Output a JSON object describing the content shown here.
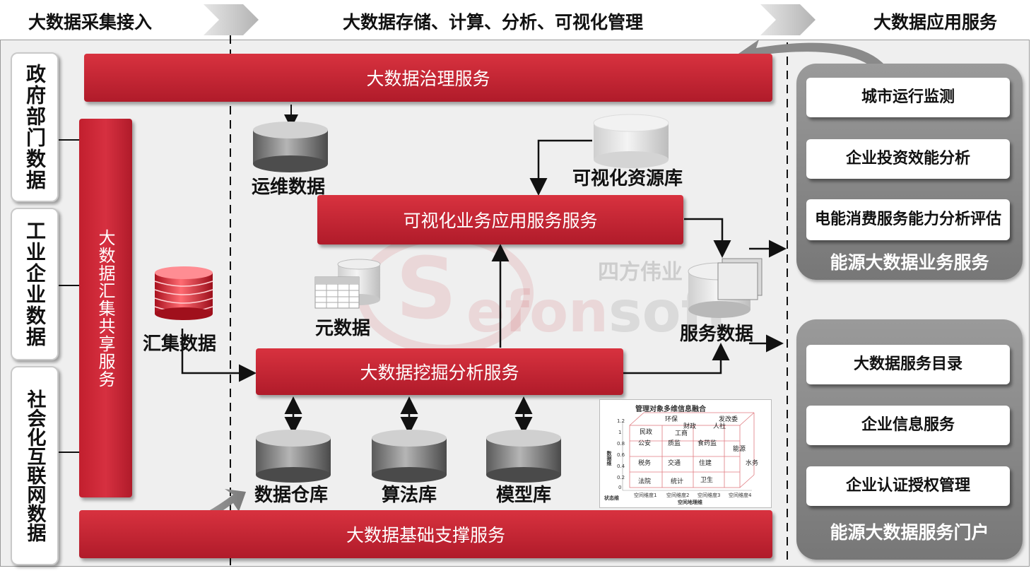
{
  "phases": {
    "collect": "大数据采集接入",
    "process": "大数据存储、计算、分析、可视化管理",
    "apply": "大数据应用服务"
  },
  "sources": [
    "政府部门数据",
    "工业企业数据",
    "社会化互联网数据"
  ],
  "bars": {
    "governance": "大数据治理服务",
    "aggregation": "大数据汇集共享服务",
    "visual_app": "可视化业务应用服务服务",
    "mining": "大数据挖掘分析服务",
    "foundation": "大数据基础支撑服务"
  },
  "stores": {
    "ops": "运维数据",
    "visual_res": "可视化资源库",
    "meta": "元数据",
    "aggregated": "汇集数据",
    "service": "服务数据",
    "warehouse": "数据仓库",
    "algorithm": "算法库",
    "model": "模型库"
  },
  "watermark": {
    "brand_cn": "四方伟业",
    "brand_en": "Sefonsoft"
  },
  "inset": {
    "title": "管理对象多维信息融合",
    "cells": [
      "环保",
      "发改委",
      "民政",
      "财政",
      "工商",
      "人社",
      "公安",
      "质监",
      "食药监",
      "税务",
      "交通",
      "住建",
      "法院",
      "统计",
      "卫生",
      "能源",
      "水务"
    ],
    "y_ticks": [
      "1.2",
      "1",
      "0.8",
      "0.6",
      "0.4",
      "0.2",
      "0"
    ],
    "x_ticks": [
      "空间维度1",
      "空间维度2",
      "空间维度3",
      "空间维度4"
    ],
    "x_label": "空间地理维",
    "y_label": "数据维",
    "z_label": "状态维"
  },
  "apps": {
    "energy_biz": {
      "title": "能源大数据业务服务",
      "items": [
        "城市运行监测",
        "企业投资效能分析",
        "电能消费服务能力分析评估"
      ]
    },
    "energy_portal": {
      "title": "能源大数据服务门户",
      "items": [
        "大数据服务目录",
        "企业信息服务",
        "企业认证授权管理"
      ]
    }
  },
  "colors": {
    "accent_red": "#c8202f",
    "group_gray": "#8a8a8a",
    "panel_bg": "#efefef"
  }
}
